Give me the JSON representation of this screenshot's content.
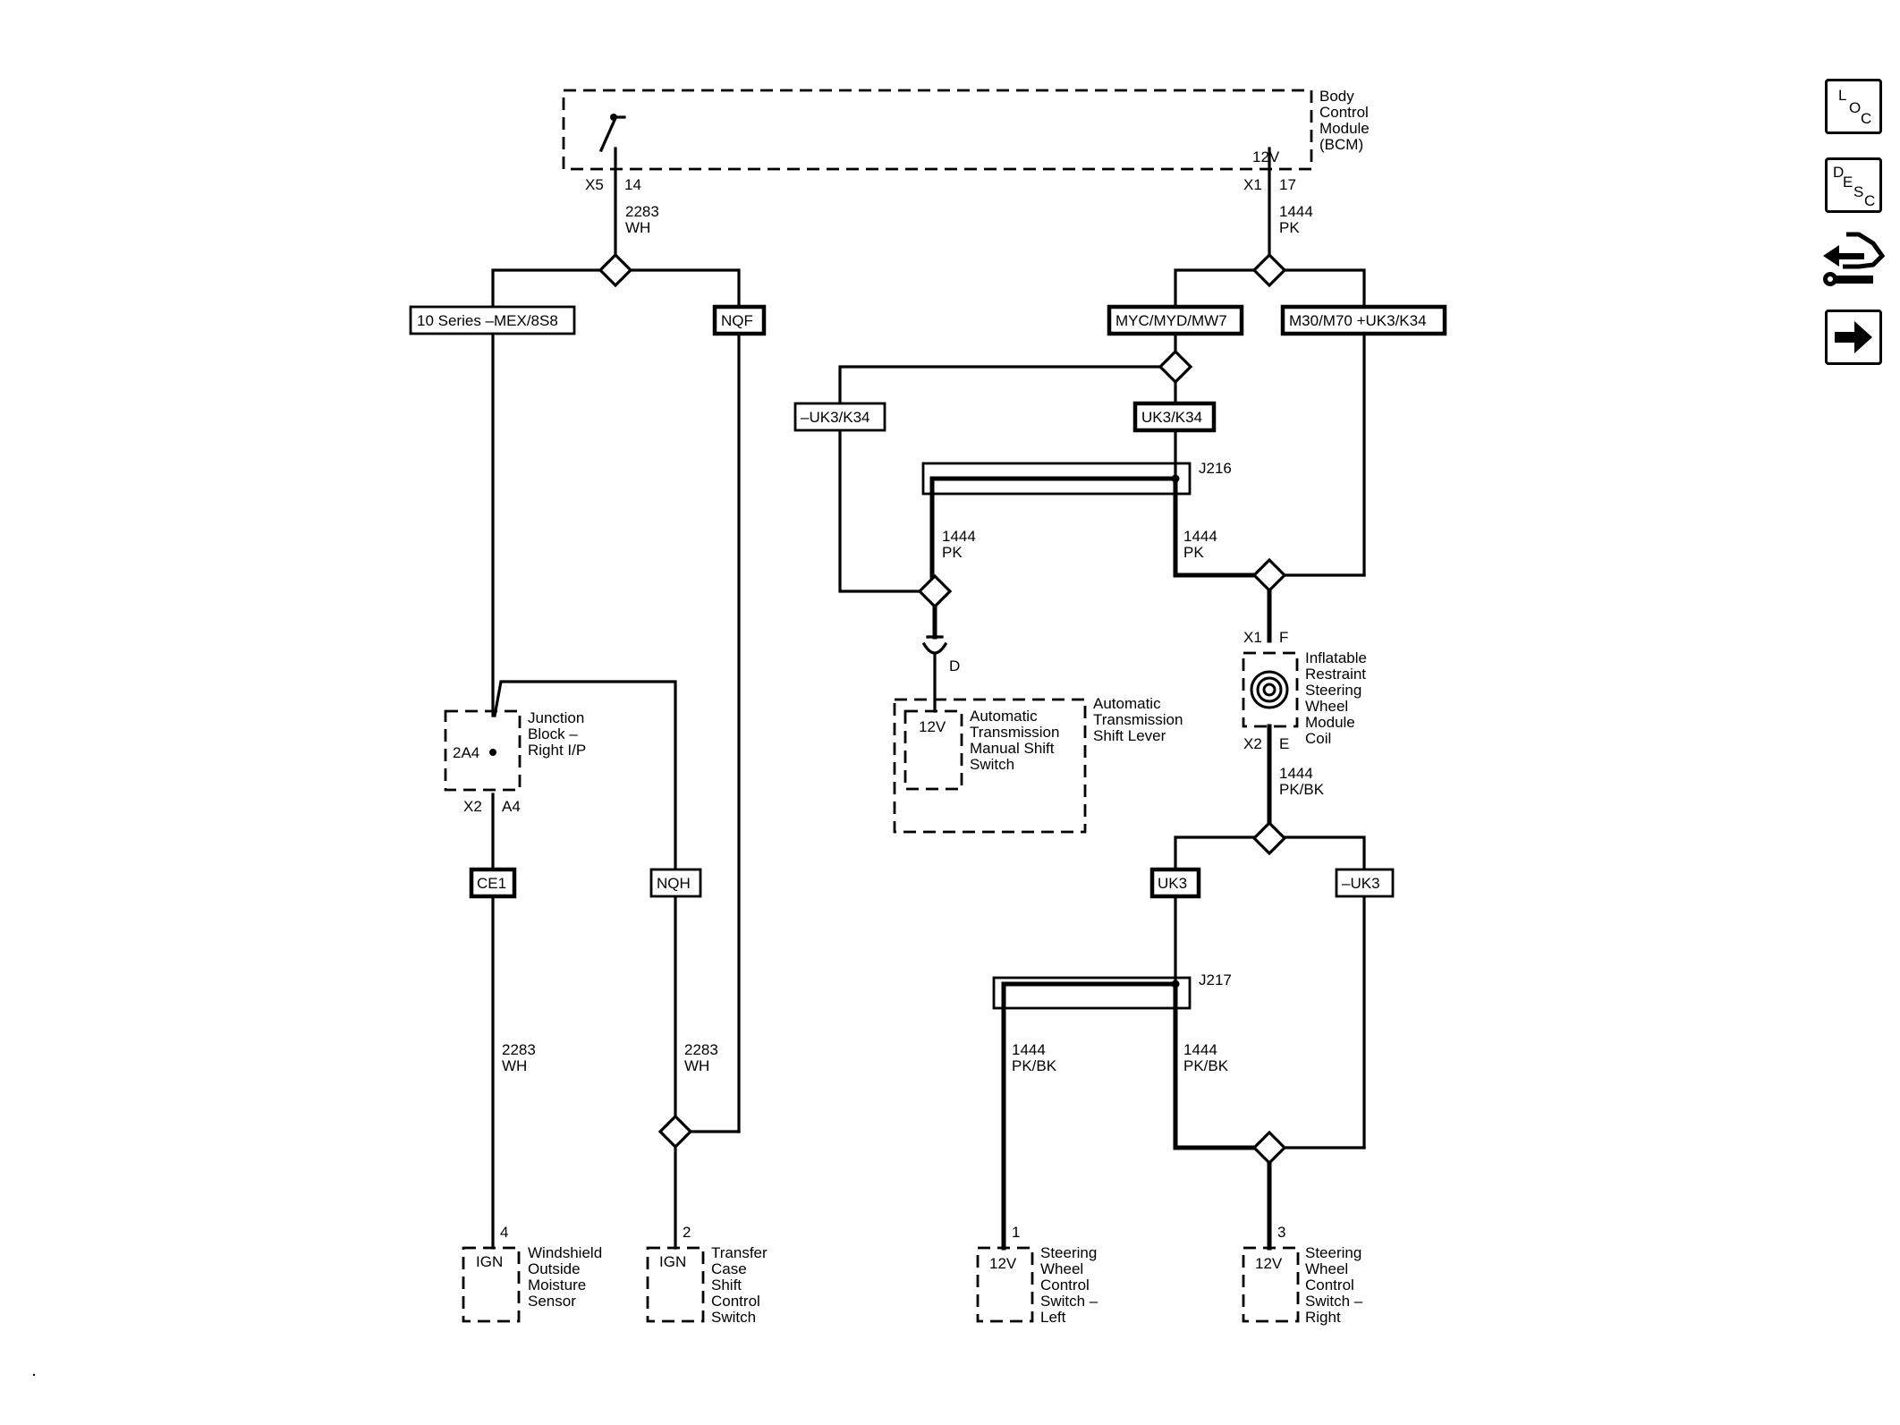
{
  "modules": {
    "bcm": [
      "Body",
      "Control",
      "Module",
      "(BCM)"
    ],
    "bcm_voltage": "12V",
    "junction_block": [
      "Junction",
      "Block –",
      "Right I/P"
    ],
    "junction_block_pin": "2A4",
    "shift_lever": [
      "Automatic",
      "Transmission",
      "Shift Lever"
    ],
    "shift_switch": [
      "Automatic",
      "Transmission",
      "Manual Shift",
      "Switch"
    ],
    "shift_switch_voltage": "12V",
    "coil": [
      "Inflatable",
      "Restraint",
      "Steering",
      "Wheel",
      "Module",
      "Coil"
    ],
    "moisture_sensor": [
      "Windshield",
      "Outside",
      "Moisture",
      "Sensor"
    ],
    "moisture_sensor_input": "IGN",
    "transfer_switch": [
      "Transfer",
      "Case",
      "Shift",
      "Control",
      "Switch"
    ],
    "transfer_switch_input": "IGN",
    "sw_left": [
      "Steering",
      "Wheel",
      "Control",
      "Switch –",
      "Left"
    ],
    "sw_left_voltage": "12V",
    "sw_right": [
      "Steering",
      "Wheel",
      "Control",
      "Switch –",
      "Right"
    ],
    "sw_right_voltage": "12V"
  },
  "connectors": {
    "bcm_left": "X5",
    "bcm_left_pin": "14",
    "bcm_right": "X1",
    "bcm_right_pin": "17",
    "jb_conn": "X2",
    "jb_pin": "A4",
    "coil_top": "X1",
    "coil_top_pin": "F",
    "coil_bottom": "X2",
    "coil_bottom_pin": "E",
    "shift_pin": "D",
    "sensor_pin": "4",
    "transfer_pin": "2",
    "sw_left_pin": "1",
    "sw_right_pin": "3",
    "j216": "J216",
    "j217": "J217"
  },
  "wires": {
    "w2283_top": [
      "2283",
      "WH"
    ],
    "w1444_top": [
      "1444",
      "PK"
    ],
    "w1444_j216_left": [
      "1444",
      "PK"
    ],
    "w1444_j216_right": [
      "1444",
      "PK"
    ],
    "w1444_coil": [
      "1444",
      "PK/BK"
    ],
    "w1444_j217_left": [
      "1444",
      "PK/BK"
    ],
    "w1444_j217_right": [
      "1444",
      "PK/BK"
    ],
    "w2283_left": [
      "2283",
      "WH"
    ],
    "w2283_mid": [
      "2283",
      "WH"
    ]
  },
  "options": {
    "series10": "10 Series –MEX/8S8",
    "nqf": "NQF",
    "myc": "MYC/MYD/MW7",
    "m30": "M30/M70 +UK3/K34",
    "no_uk3k34": "–UK3/K34",
    "uk3k34": "UK3/K34",
    "ce1": "CE1",
    "nqh": "NQH",
    "uk3": "UK3",
    "no_uk3": "–UK3"
  },
  "toolbar": {
    "loc": [
      "L",
      "O",
      "C"
    ],
    "desc": [
      "D",
      "E",
      "S",
      "C"
    ],
    "loc_icon": "location-view-icon",
    "desc_icon": "description-view-icon",
    "connector_icon": "connector-repair-icon",
    "next_icon": "arrow-right-icon"
  }
}
